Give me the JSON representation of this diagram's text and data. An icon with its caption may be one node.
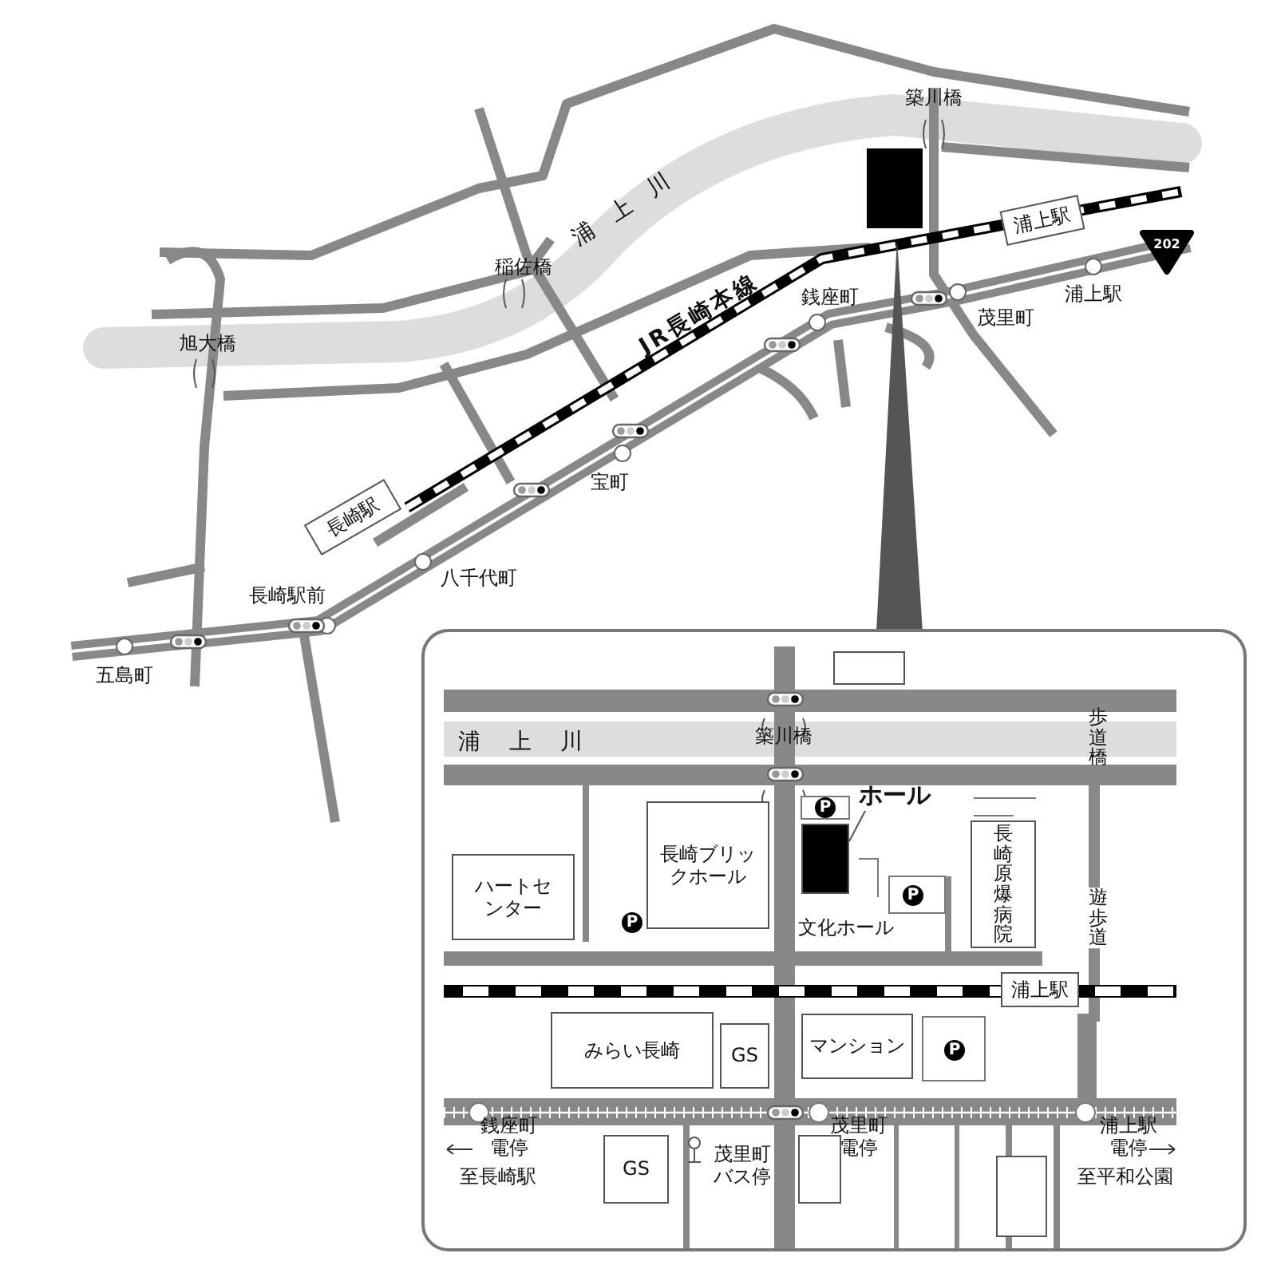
{
  "diagram": {
    "nodes": [
      {
        "text": [
          "長崎駅"
        ]
      },
      {
        "text": [
          "浦上駅"
        ]
      },
      {
        "text": [],
        "shape": "box"
      },
      {
        "text": [
          "ハートセンター"
        ]
      },
      {
        "text": [
          "長崎ブリックホール"
        ]
      },
      {
        "text": [
          "ホール"
        ]
      },
      {
        "text": [],
        "shape": "box"
      },
      {
        "text": [
          "文化ホール"
        ]
      },
      {
        "text": [
          "長崎原爆病院"
        ]
      },
      {
        "text": [
          "浦上駅"
        ]
      },
      {
        "text": [
          "みらい長崎"
        ]
      },
      {
        "text": [
          "GS"
        ]
      },
      {
        "text": [
          "マンション"
        ]
      },
      {
        "text": [
          "GS"
        ]
      },
      {
        "text": [],
        "shape": "box"
      },
      {
        "text": [],
        "shape": "box"
      }
    ],
    "edges": [
      {
        "from": 5,
        "to": 6,
        "arrow": "none"
      }
    ],
    "labels": [
      "浦上川",
      "築川橋",
      "稲佐橋",
      "旭大橋",
      "JR長崎本線",
      "202",
      "浦上駅",
      "茂里町",
      "銭座町",
      "宝町",
      "八千代町",
      "長崎駅前",
      "五島町",
      "浦上川",
      "築川橋",
      "歩道橋",
      "遊歩道",
      "P",
      "P",
      "P",
      "P",
      "銭座町電停",
      "茂里町電停",
      "浦上駅電停",
      "至長崎駅",
      "茂里町バス停",
      "至平和公園"
    ]
  }
}
